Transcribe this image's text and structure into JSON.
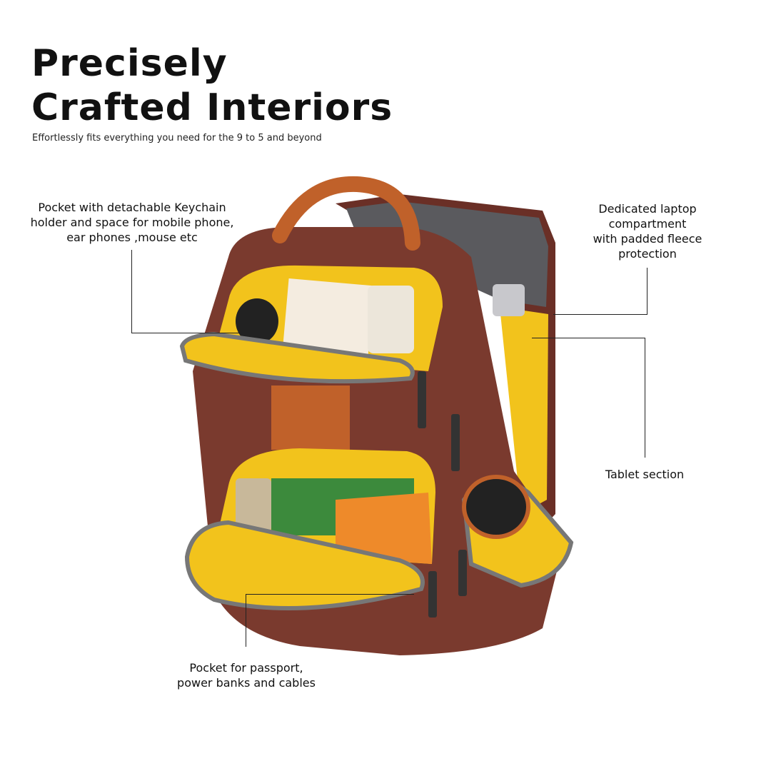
{
  "header": {
    "title_line1": "Precisely",
    "title_line2": "Crafted Interiors",
    "subtitle": "Effortlessly fits everything you need for the 9 to 5 and beyond"
  },
  "callouts": {
    "front_pocket": [
      "Pocket with detachable Keychain",
      "holder and space for mobile phone,",
      "ear phones ,mouse etc"
    ],
    "laptop": [
      "Dedicated laptop",
      "compartment",
      "with padded fleece",
      "protection"
    ],
    "tablet": [
      "Tablet section"
    ],
    "bottom_pocket": [
      "Pocket for passport,",
      "power banks and cables"
    ]
  },
  "colors": {
    "body": "#7a3a2e",
    "handle": "#c0612a",
    "lining": "#f2c31c",
    "fleece": "#5a5a5e",
    "zipper": "#8a8a8a"
  }
}
